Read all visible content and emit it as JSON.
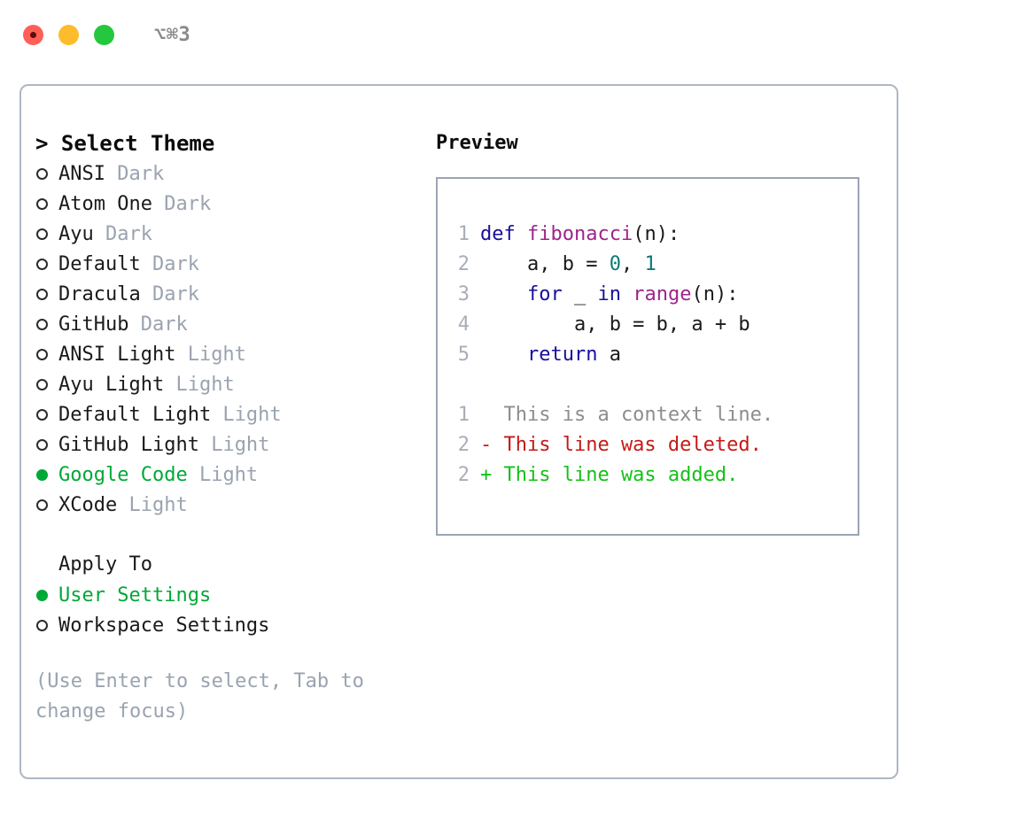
{
  "window": {
    "title": "⌥⌘3",
    "traffic_lights": [
      "close",
      "minimize",
      "maximize"
    ]
  },
  "theme_panel": {
    "heading": "> Select Theme",
    "items": [
      {
        "label": "ANSI",
        "suffix": "Dark",
        "selected": false
      },
      {
        "label": "Atom One",
        "suffix": "Dark",
        "selected": false
      },
      {
        "label": "Ayu",
        "suffix": "Dark",
        "selected": false
      },
      {
        "label": "Default",
        "suffix": "Dark",
        "selected": false
      },
      {
        "label": "Dracula",
        "suffix": "Dark",
        "selected": false
      },
      {
        "label": "GitHub",
        "suffix": "Dark",
        "selected": false
      },
      {
        "label": "ANSI Light",
        "suffix": "Light",
        "selected": false
      },
      {
        "label": "Ayu Light",
        "suffix": "Light",
        "selected": false
      },
      {
        "label": "Default Light",
        "suffix": "Light",
        "selected": false
      },
      {
        "label": "GitHub Light",
        "suffix": "Light",
        "selected": false
      },
      {
        "label": "Google Code",
        "suffix": "Light",
        "selected": true
      },
      {
        "label": "XCode",
        "suffix": "Light",
        "selected": false
      }
    ]
  },
  "apply_to": {
    "heading": "Apply To",
    "options": [
      {
        "label": "User Settings",
        "selected": true
      },
      {
        "label": "Workspace Settings",
        "selected": false
      }
    ]
  },
  "hint": "(Use Enter to select, Tab to change focus)",
  "preview": {
    "title": "Preview",
    "code_lines": [
      {
        "no": "1",
        "tokens": [
          {
            "t": "def ",
            "c": "kw"
          },
          {
            "t": "fibonacci",
            "c": "fn"
          },
          {
            "t": "(n):",
            "c": "txt"
          }
        ]
      },
      {
        "no": "2",
        "tokens": [
          {
            "t": "    a, b = ",
            "c": "txt"
          },
          {
            "t": "0",
            "c": "num"
          },
          {
            "t": ", ",
            "c": "txt"
          },
          {
            "t": "1",
            "c": "num"
          }
        ]
      },
      {
        "no": "3",
        "tokens": [
          {
            "t": "    ",
            "c": "txt"
          },
          {
            "t": "for",
            "c": "kw"
          },
          {
            "t": " _ ",
            "c": "txt"
          },
          {
            "t": "in",
            "c": "kw"
          },
          {
            "t": " ",
            "c": "txt"
          },
          {
            "t": "range",
            "c": "fn"
          },
          {
            "t": "(n):",
            "c": "txt"
          }
        ]
      },
      {
        "no": "4",
        "tokens": [
          {
            "t": "        a, b = b, a + b",
            "c": "txt"
          }
        ]
      },
      {
        "no": "5",
        "tokens": [
          {
            "t": "    ",
            "c": "txt"
          },
          {
            "t": "return",
            "c": "kw"
          },
          {
            "t": " a",
            "c": "txt"
          }
        ]
      }
    ],
    "diff_lines": [
      {
        "no": "1",
        "marker": " ",
        "text": "  This is a context line.",
        "kind": "ctx"
      },
      {
        "no": "2",
        "marker": "-",
        "text": "- This line was deleted.",
        "kind": "del"
      },
      {
        "no": "2",
        "marker": "+",
        "text": "+ This line was added.",
        "kind": "add"
      }
    ]
  },
  "colors": {
    "accent_green": "#00a838",
    "muted": "#9aa3b0",
    "border": "#aeb7c3",
    "preview_border": "#9aa5b4",
    "keyword": "#180f9c",
    "function": "#a0248a",
    "number": "#0b7a74",
    "diff_context": "#8d8d8d",
    "diff_deleted": "#c31a17",
    "diff_added": "#15c018"
  }
}
